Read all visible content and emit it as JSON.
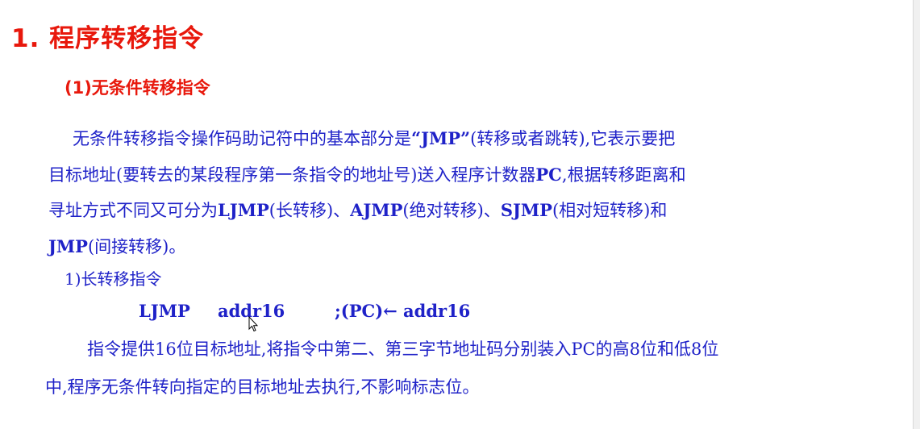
{
  "heading": "1. 程序转移指令",
  "subheading": "(1)无条件转移指令",
  "paragraph": {
    "l1_a": "无条件转移指令操作码助记符中的基本部分是",
    "l1_b": "“JMP”",
    "l1_c": "(转移或者跳转),它表示要把",
    "l2_a": "目标地址(要转去的某段程序第一条指令的地址号)送入程序计数器",
    "l2_b": "PC",
    "l2_c": ",根据转移距离和",
    "l3_a": "寻址方式不同又可分为",
    "l3_b": "LJMP",
    "l3_c": "(长转移)、",
    "l3_d": "AJMP",
    "l3_e": "(绝对转移)、",
    "l3_f": "SJMP",
    "l3_g": "(相对短转移)和",
    "l4_a": "JMP",
    "l4_b": "(间接转移)。"
  },
  "subsection": "1)长转移指令",
  "instruction": {
    "opcode": "LJMP",
    "operand": "addr16",
    "comment": ";(PC)← addr16"
  },
  "description": {
    "line1": "指令提供16位目标地址,将指令中第二、第三字节地址码分别装入PC的高8位和低8位",
    "line2": "中,程序无条件转向指定的目标地址去执行,不影响标志位。"
  }
}
